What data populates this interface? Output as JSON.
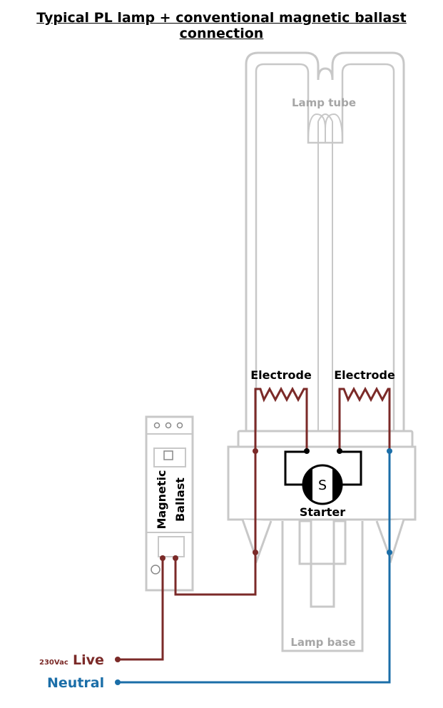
{
  "title": "Typical PL lamp + conventional magnetic ballast connection",
  "labels": {
    "lamp_tube": "Lamp tube",
    "electrode_left": "Electrode",
    "electrode_right": "Electrode",
    "starter": "Starter",
    "starter_symbol": "S",
    "lamp_base": "Lamp base",
    "ballast_line1": "Magnetic",
    "ballast_line2": "Ballast",
    "voltage": "230Vac",
    "live": "Live",
    "neutral": "Neutral"
  },
  "colors": {
    "live_wire": "#7b2a28",
    "neutral_wire": "#1b6ea8",
    "lamp_outline": "#c8c8c8",
    "text": "#000000"
  }
}
